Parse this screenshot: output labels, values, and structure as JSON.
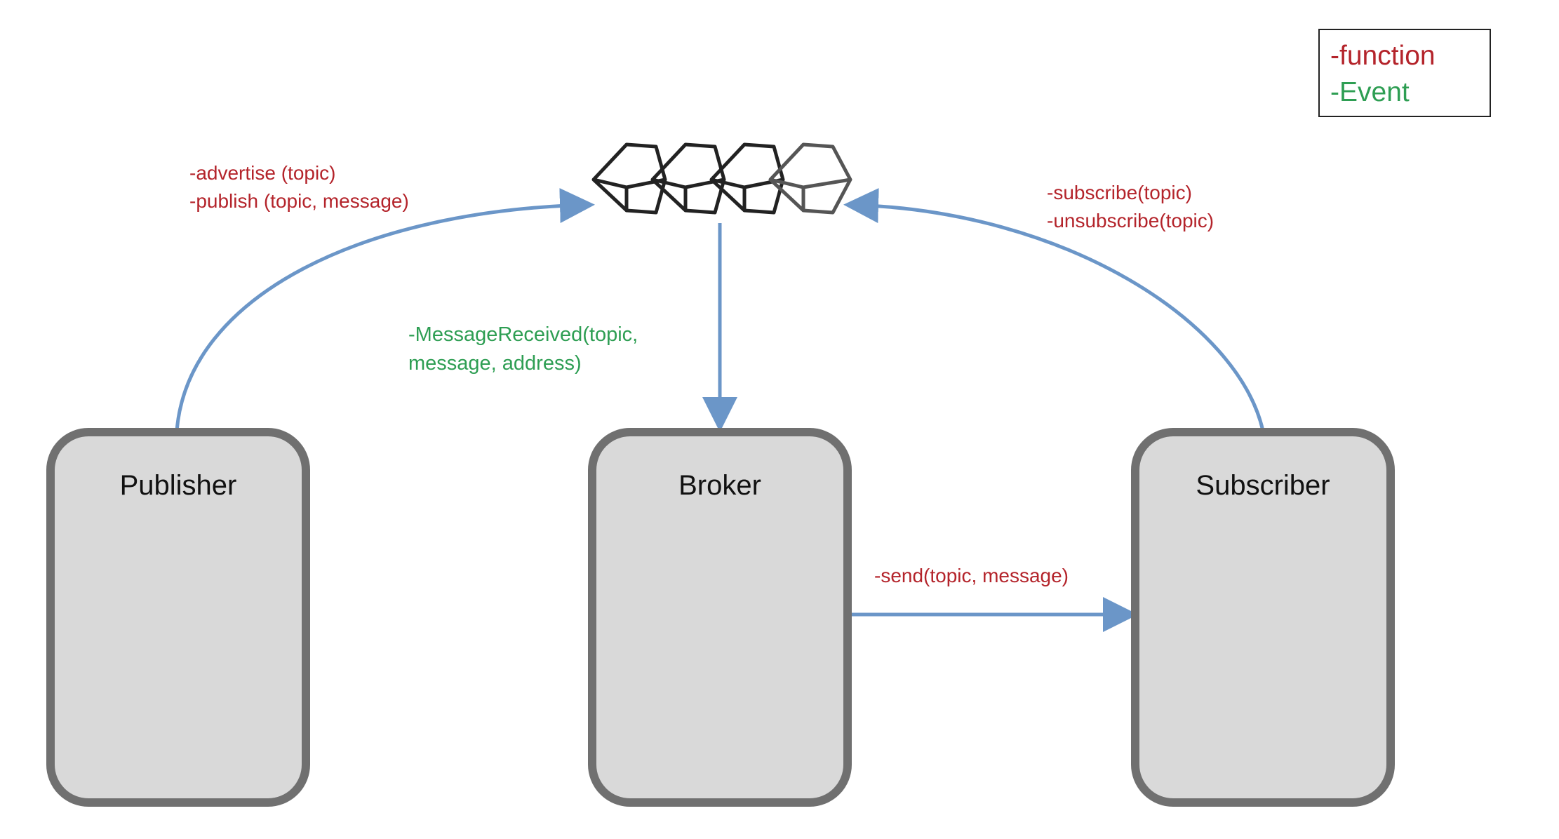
{
  "legend": {
    "function_label": "-function",
    "event_label": "-Event",
    "function_color": "#b4242b",
    "event_color": "#2e9e53"
  },
  "nodes": {
    "publisher": "Publisher",
    "broker": "Broker",
    "subscriber": "Subscriber"
  },
  "edges": {
    "publisher_to_queue": [
      "-advertise (topic)",
      "-publish (topic, message)"
    ],
    "subscriber_to_queue": [
      "-subscribe(topic)",
      "-unsubscribe(topic)"
    ],
    "queue_to_broker": [
      "-MessageReceived(topic,",
      "message, address)"
    ],
    "broker_to_subscriber": [
      "-send(topic, message)"
    ]
  },
  "colors": {
    "arrow": "#6b96c8",
    "box_fill": "#d9d9d9",
    "box_border": "#707070"
  },
  "icons": {
    "queue": "message-queue-icon"
  }
}
